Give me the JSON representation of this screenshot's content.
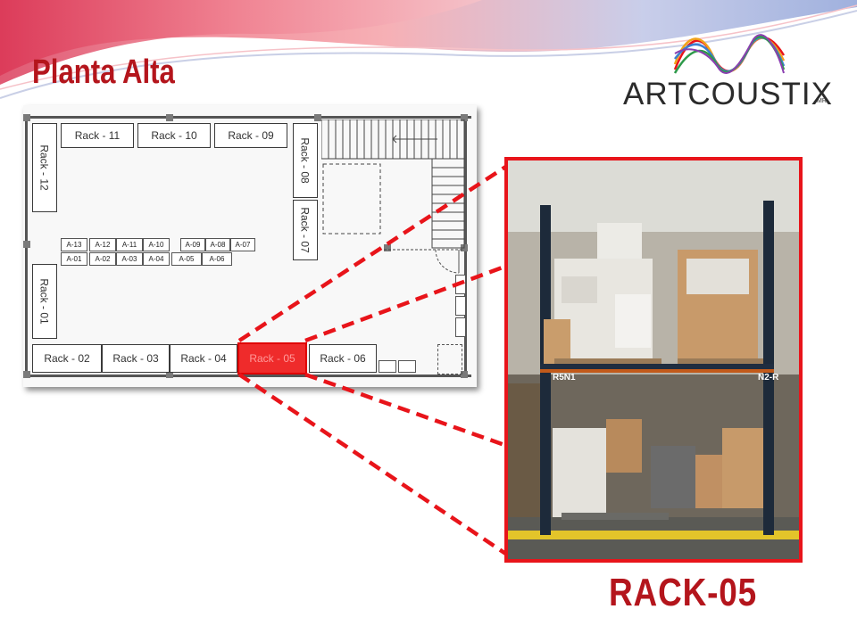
{
  "slide": {
    "title": "Planta Alta",
    "caption": "RACK-05"
  },
  "logo": {
    "text": "ARTCOUSTIX",
    "mark": "MR"
  },
  "floor_plan": {
    "racks_top": [
      "Rack - 11",
      "Rack - 10",
      "Rack - 09"
    ],
    "racks_left": [
      "Rack - 12",
      "Rack - 01"
    ],
    "racks_right": [
      "Rack - 08",
      "Rack - 07"
    ],
    "racks_bottom": [
      "Rack - 02",
      "Rack - 03",
      "Rack - 04",
      "Rack - 05",
      "Rack - 06"
    ],
    "highlighted_rack": "Rack - 05",
    "shelves_row1": [
      "A-13",
      "A-12",
      "A-11",
      "A-10",
      "A-09",
      "A-08",
      "A-07"
    ],
    "shelves_row2": [
      "A-01",
      "A-02",
      "A-03",
      "A-04",
      "A-05",
      "A-06"
    ]
  },
  "photo": {
    "labels": [
      "R5N1",
      "N2-R"
    ]
  },
  "colors": {
    "accent_red": "#e8141a",
    "title_red": "#b4151c"
  }
}
